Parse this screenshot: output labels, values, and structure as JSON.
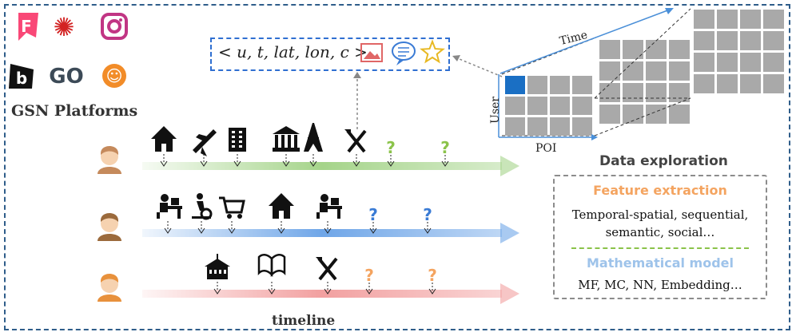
{
  "platforms": {
    "label": "GSN Platforms",
    "icons": [
      {
        "name": "foursquare-logo-icon",
        "glyph": "F",
        "color": "#f94877"
      },
      {
        "name": "yelp-logo-icon",
        "glyph": "✺",
        "color": "#d32323"
      },
      {
        "name": "instagram-logo-icon",
        "glyph": "◎",
        "color": "#c13584"
      },
      {
        "name": "brightkite-logo-icon",
        "glyph": "b",
        "color": "#111111"
      },
      {
        "name": "gowalla-logo-icon",
        "glyph": "GO",
        "color": "#3c4a57"
      },
      {
        "name": "people-logo-icon",
        "glyph": "☺",
        "color": "#f28c28"
      }
    ]
  },
  "tuple": {
    "text": "< u, t, lat, lon, c >",
    "icons": [
      "image-icon",
      "comment-icon",
      "star-icon"
    ]
  },
  "tensor": {
    "time_label": "Time",
    "user_label": "User",
    "poi_label": "POI",
    "highlight_color": "#1a6fc4",
    "cell_color": "#a9a9a9"
  },
  "users": [
    {
      "name": "user-1",
      "avatar_color": "#c58a5c",
      "arrow_color": "#a5d48a",
      "events": [
        "house-icon",
        "airplane-icon",
        "hotel-icon",
        "museum-icon",
        "eiffel-tower-icon",
        "restaurant-icon"
      ],
      "unknown_count": 2,
      "question_color": "#8bc34a"
    },
    {
      "name": "user-2",
      "avatar_color": "#9b6a3c",
      "arrow_color": "#6fa6e8",
      "events": [
        "office-desk-icon",
        "gym-bike-icon",
        "shopping-cart-icon",
        "house-icon",
        "office-desk-icon"
      ],
      "unknown_count": 2,
      "question_color": "#3a7bd5"
    },
    {
      "name": "user-3",
      "avatar_color": "#e8913c",
      "arrow_color": "#f2a0a0",
      "events": [
        "school-icon",
        "book-icon",
        "restaurant-icon"
      ],
      "unknown_count": 2,
      "question_color": "#f4a460"
    }
  ],
  "timeline_label": "timeline",
  "data_exploration": {
    "title": "Data exploration",
    "feature_title": "Feature extraction",
    "feature_color": "#f4a460",
    "feature_desc_line1": "Temporal-spatial, sequential,",
    "feature_desc_line2": "semantic, social…",
    "model_title": "Mathematical model",
    "model_color": "#9ec3ea",
    "model_desc": "MF, MC, NN, Embedding…"
  }
}
